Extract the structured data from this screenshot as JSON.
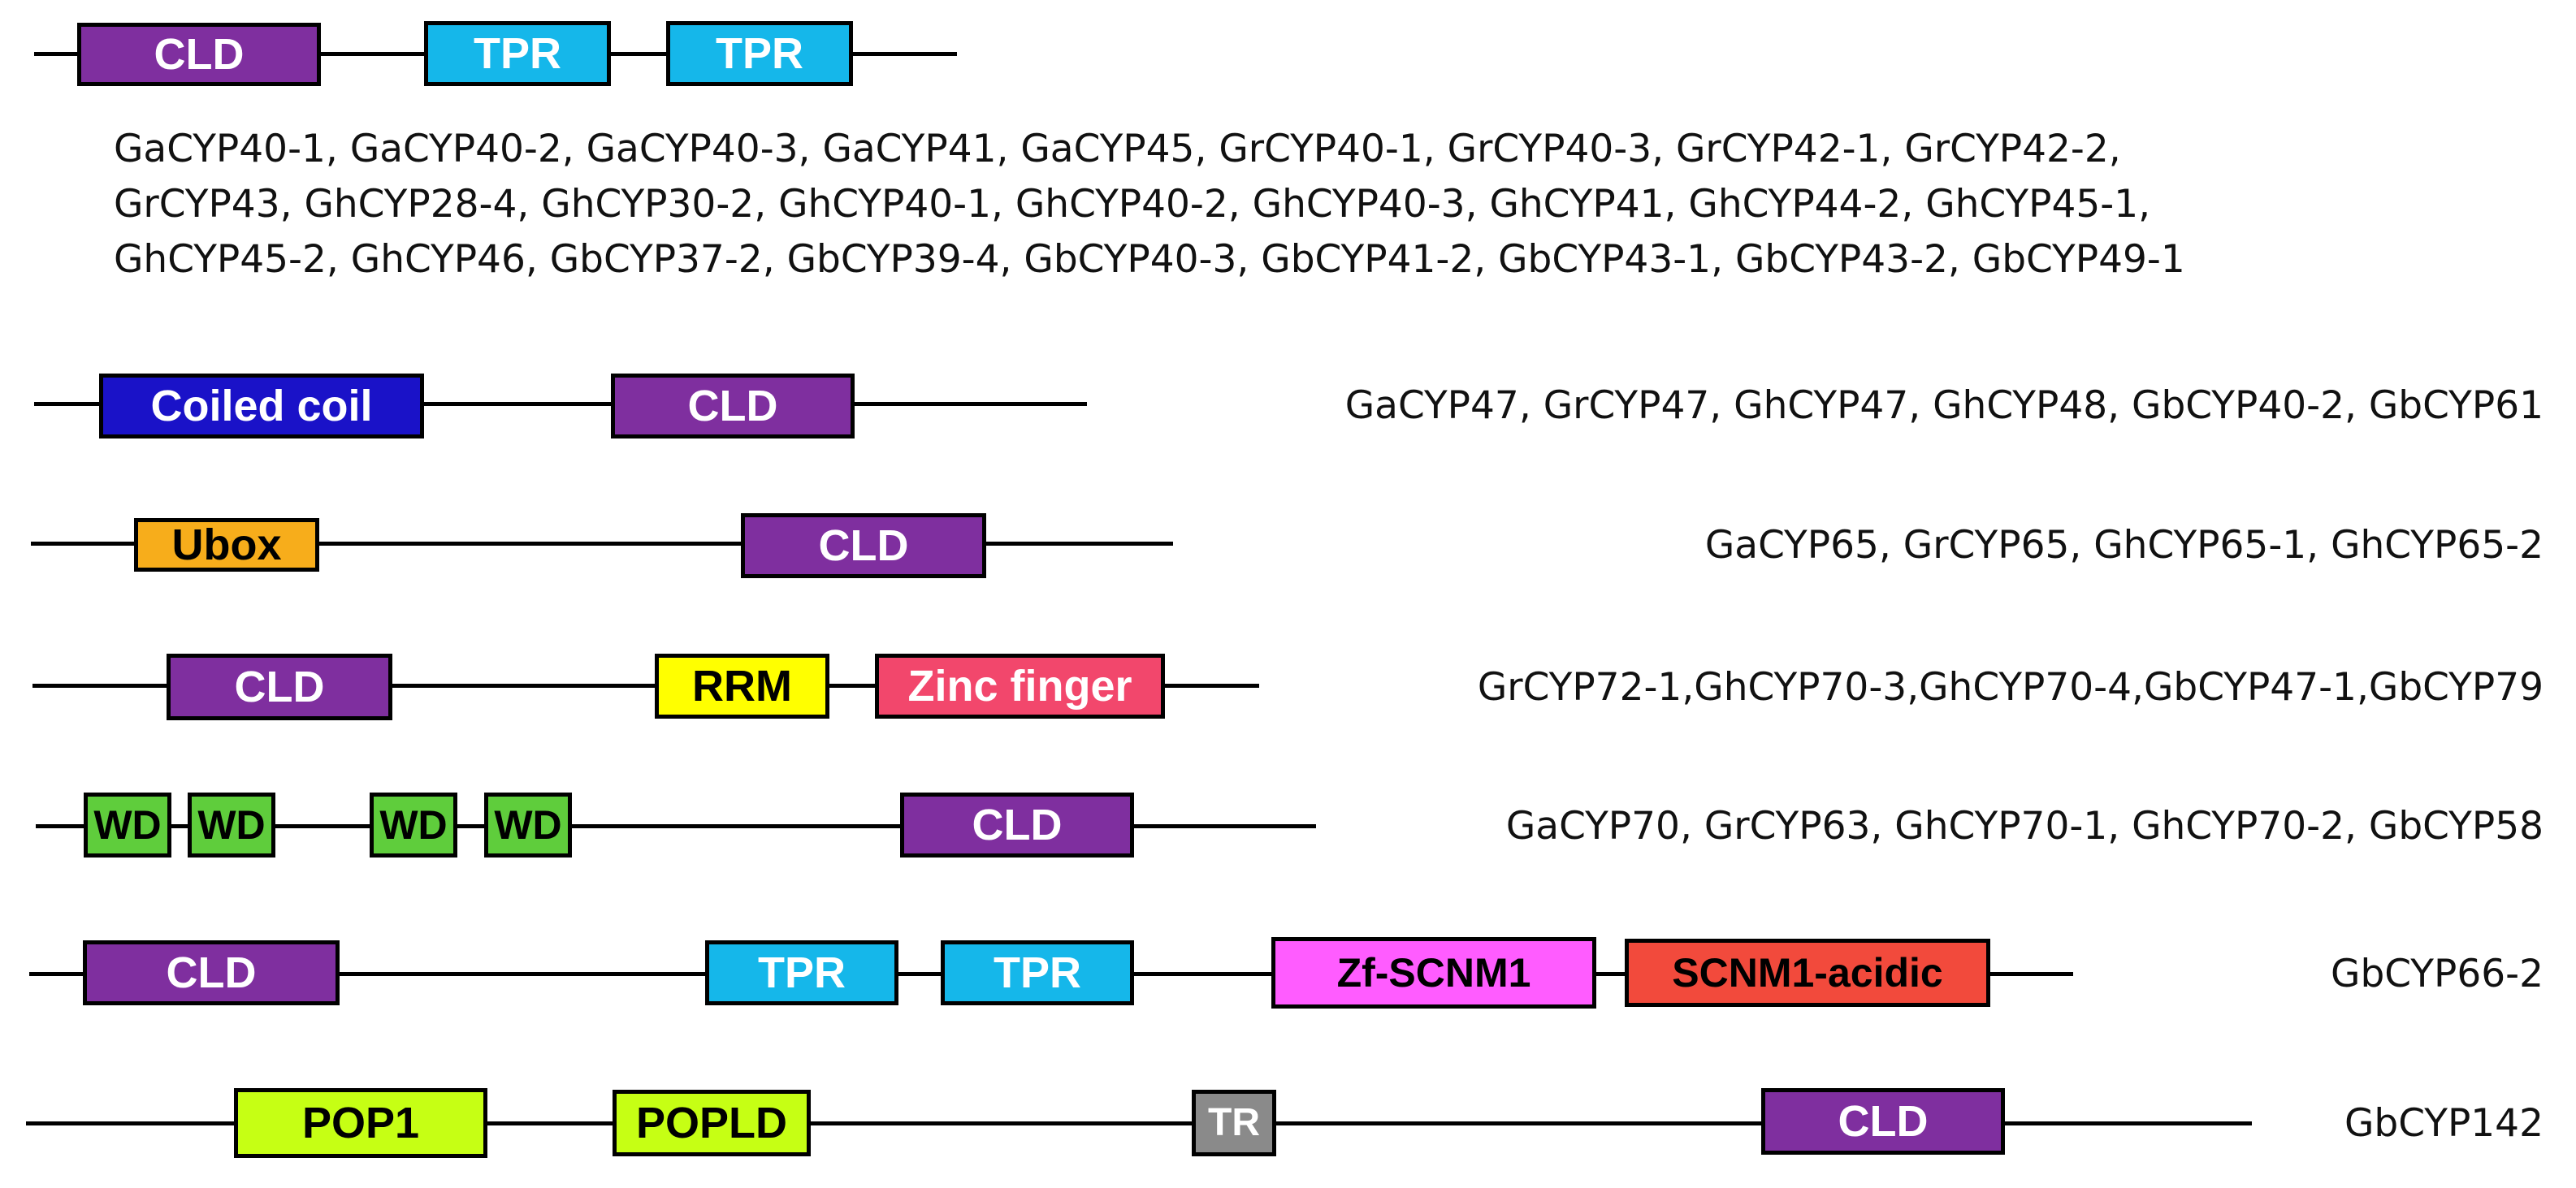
{
  "colors": {
    "CLD": "#7f2f9f",
    "TPR": "#15b7ea",
    "Coiled coil": "#1a12c8",
    "Ubox": "#f7ad1b",
    "RRM": "#ffff00",
    "Zinc finger": "#f2476c",
    "WD": "#5fcd3c",
    "Zf-SCNM1": "#ff5cff",
    "SCNM1-acidic": "#f24a3c",
    "POP1": "#c6ff14",
    "POPLD": "#c6ff14",
    "TR": "#8a8a8a"
  },
  "architectures": [
    {
      "id": "arch1",
      "domains": [
        "CLD",
        "TPR",
        "TPR"
      ],
      "members": [
        "GaCYP40-1,  GaCYP40-2,  GaCYP40-3,  GaCYP41,  GaCYP45,  GrCYP40-1,  GrCYP40-3,  GrCYP42-1,  GrCYP42-2,",
        "GrCYP43, GhCYP28-4, GhCYP30-2, GhCYP40-1, GhCYP40-2, GhCYP40-3, GhCYP41, GhCYP44-2, GhCYP45-1,",
        "GhCYP45-2, GhCYP46, GbCYP37-2, GbCYP39-4, GbCYP40-3, GbCYP41-2, GbCYP43-1, GbCYP43-2, GbCYP49-1"
      ]
    },
    {
      "id": "arch2",
      "domains": [
        "Coiled coil",
        "CLD"
      ],
      "members": "GaCYP47, GrCYP47, GhCYP47, GhCYP48, GbCYP40-2, GbCYP61"
    },
    {
      "id": "arch3",
      "domains": [
        "Ubox",
        "CLD"
      ],
      "members": "GaCYP65, GrCYP65, GhCYP65-1, GhCYP65-2"
    },
    {
      "id": "arch4",
      "domains": [
        "CLD",
        "RRM",
        "Zinc finger"
      ],
      "members": "GrCYP72-1,GhCYP70-3,GhCYP70-4,GbCYP47-1,GbCYP79"
    },
    {
      "id": "arch5",
      "domains": [
        "WD",
        "WD",
        "WD",
        "WD",
        "CLD"
      ],
      "members": "GaCYP70, GrCYP63, GhCYP70-1, GhCYP70-2, GbCYP58"
    },
    {
      "id": "arch6",
      "domains": [
        "CLD",
        "TPR",
        "TPR",
        "Zf-SCNM1",
        "SCNM1-acidic"
      ],
      "members": "GbCYP66-2"
    },
    {
      "id": "arch7",
      "domains": [
        "POP1",
        "POPLD",
        "TR",
        "CLD"
      ],
      "members": "GbCYP142"
    }
  ]
}
